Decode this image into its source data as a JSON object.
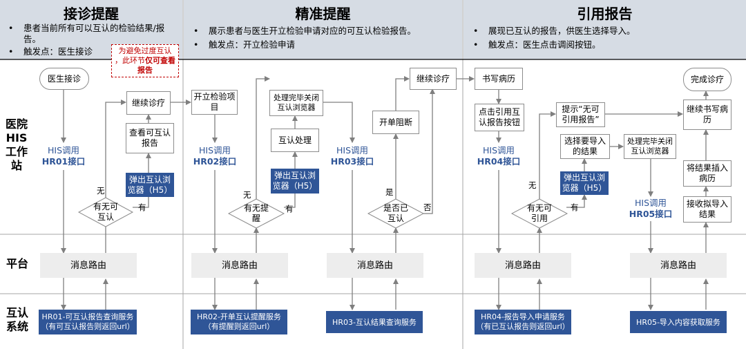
{
  "headers": [
    {
      "title": "接诊提醒",
      "bullets": [
        "患者当前所有可以互认的检验结果/报告。",
        "触发点：医生接诊"
      ]
    },
    {
      "title": "精准提醒",
      "bullets": [
        "展示患者与医生开立检验申请对应的可互认检验报告。",
        "触发点：开立检验申请"
      ]
    },
    {
      "title": "引用报告",
      "bullets": [
        "展现已互认的报告，供医生选择导入。",
        "触发点：医生点击调阅按钮。"
      ]
    }
  ],
  "rows": {
    "his": "医院\nHIS\n工作\n站",
    "platform": "平台",
    "mutual": "互认\n系统"
  },
  "note": {
    "line1": "为避免过度互认",
    "line2": "，此环节",
    "bold": "仅可查看报告"
  },
  "nodes": {
    "n1": "医生接诊",
    "n2": "继续诊疗",
    "n3": "查看可互认\n报告",
    "n4": "弹出互认浏\n览器（H5）",
    "n5_a": "HIS调用",
    "n5_b": "HR01接口",
    "n6": "有无可\n互认",
    "n7": "开立检验项\n目",
    "n8_a": "HIS调用",
    "n8_b": "HR02接口",
    "n9": "有无提\n醒",
    "n10": "弹出互认浏\n览器（H5）",
    "n11": "互认处理",
    "n12": "处理完毕关闭\n互认浏览器",
    "n13_a": "HIS调用",
    "n13_b": "HR03接口",
    "n14": "开单阻断",
    "n15": "继续诊疗",
    "n16": "是否已\n互认",
    "n17": "书写病历",
    "n18": "点击引用互\n认报告按钮",
    "n19_a": "HIS调用",
    "n19_b": "HR04接口",
    "n20": "有无可\n引用",
    "n21": "弹出互认浏\n览器（H5）",
    "n22": "提示“无可\n引用报告”",
    "n23": "选择要导入\n的结果",
    "n24": "处理完毕关闭\n互认浏览器",
    "n25_a": "HIS调用",
    "n25_b": "HR05接口",
    "n26": "接收拟导入\n结果",
    "n27": "将结果插入\n病历",
    "n28": "继续书写病\n历",
    "n29": "完成诊疗"
  },
  "platform": {
    "p1": "消息路由",
    "p2": "消息路由",
    "p3": "消息路由",
    "p4": "消息路由",
    "p5": "消息路由"
  },
  "services": {
    "s1": "HR01-可互认报告查询服务\n（有可互认报告则返回url）",
    "s2": "HR02-开单互认提醒服务\n（有提醒则返回url）",
    "s3": "HR03-互认结果查询服务",
    "s4": "HR04-报告导入申请服务\n（有已互认报告则返回url）",
    "s5": "HR05-导入内容获取服务"
  },
  "labels": {
    "l1": "无",
    "l2": "有",
    "l3": "无",
    "l4": "有",
    "l5": "是",
    "l6": "否",
    "l7": "无",
    "l8": "有"
  },
  "bullet_char": "•"
}
